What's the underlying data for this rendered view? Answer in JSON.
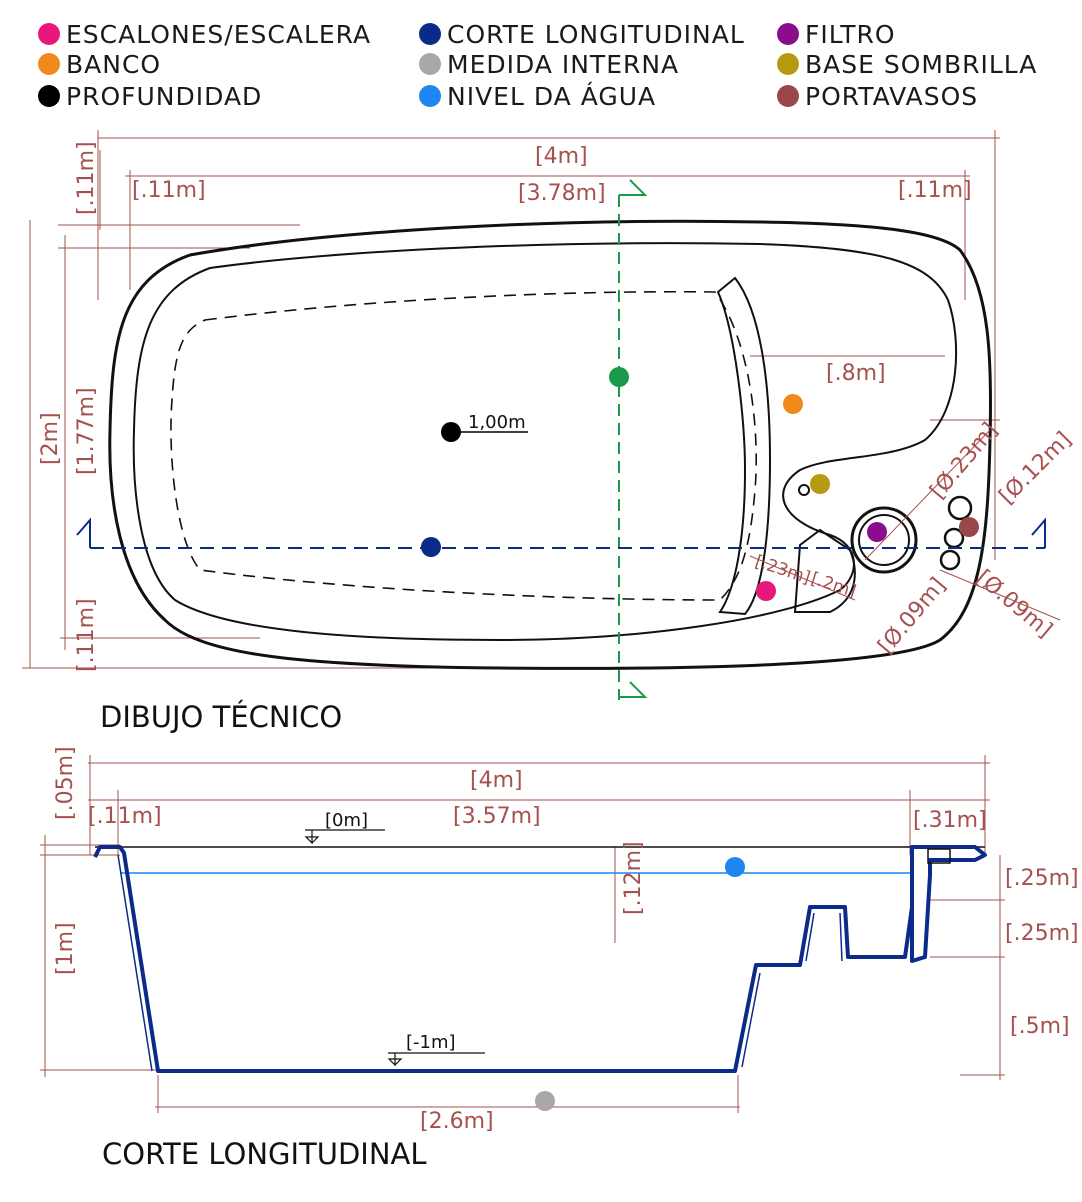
{
  "legend": [
    {
      "key": "escalones",
      "label": "ESCALONES/ESCALERA",
      "color": "#e8177b"
    },
    {
      "key": "banco",
      "label": "BANCO",
      "color": "#f08a1c"
    },
    {
      "key": "profundidad",
      "label": "PROFUNDIDAD",
      "color": "#000000"
    },
    {
      "key": "corte",
      "label": "CORTE LONGITUDINAL",
      "color": "#0c2a8a"
    },
    {
      "key": "medida",
      "label": "MEDIDA INTERNA",
      "color": "#a8a8a8"
    },
    {
      "key": "nivel",
      "label": "NIVEL DA ÁGUA",
      "color": "#1e86f0"
    },
    {
      "key": "filtro",
      "label": "FILTRO",
      "color": "#8c0d8c"
    },
    {
      "key": "sombrilla",
      "label": "BASE SOMBRILLA",
      "color": "#b89a10"
    },
    {
      "key": "portavasos",
      "label": "PORTAVASOS",
      "color": "#984848"
    }
  ],
  "colors": {
    "dimension": "#a6504f",
    "section_line_green": "#1a9a4a",
    "section_line_blue": "#0c2a8a",
    "water": "#1e86f0"
  },
  "plan": {
    "title": "DIBUJO TÉCNICO",
    "depth_label": "1,00m",
    "dims": {
      "total_length": "[4m]",
      "internal_length": "[3.78m]",
      "rim_left": "[.11m]",
      "rim_right": "[.11m]",
      "rim_top_vertical": "[.11m]",
      "total_width": "[2m]",
      "internal_width": "[1.77m]",
      "rim_bottom_vertical": "[.11m]",
      "bench": "[.8m]",
      "step_1": "[.23m]",
      "step_2": "[.2m]",
      "filter_diameter": "[Ø.23m]",
      "cup_holder_1": "[Ø.12m]",
      "cup_holder_2": "[Ø.09m]",
      "cup_holder_3": "[Ø.09m]"
    }
  },
  "section": {
    "title": "CORTE LONGITUDINAL",
    "level_top": "[0m]",
    "level_bottom": "[-1m]",
    "dims": {
      "total_length": "[4m]",
      "internal_length": "[3.57m]",
      "rim_left": "[.11m]",
      "rim_right": "[.31m]",
      "rim_height": "[.05m]",
      "depth": "[1m]",
      "water_gap": "[.12m]",
      "step_1": "[.25m]",
      "step_2": "[.25m]",
      "step_3": "[.5m]",
      "floor_length": "[2.6m]"
    }
  }
}
